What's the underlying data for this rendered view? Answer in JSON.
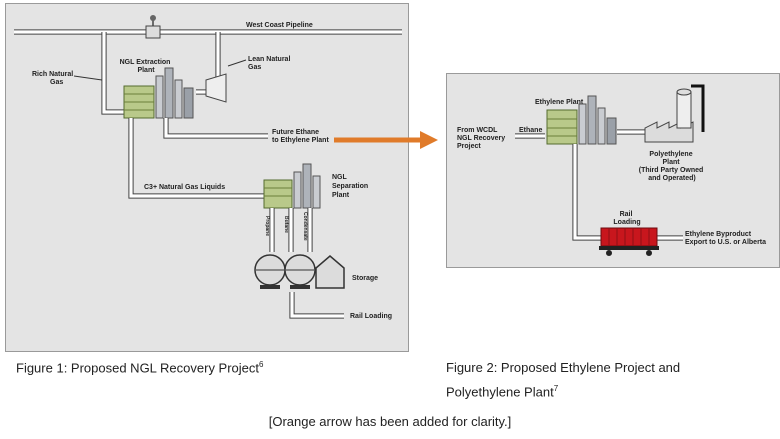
{
  "figure1": {
    "labels": {
      "pipeline": "West Coast Pipeline",
      "rich_gas": [
        "Rich Natural",
        "Gas"
      ],
      "lean_gas": [
        "Lean Natural",
        "Gas"
      ],
      "extraction_plant": [
        "NGL Extraction",
        "Plant"
      ],
      "future_ethane": [
        "Future Ethane",
        "to Ethylene Plant"
      ],
      "c3_liquids": "C3+ Natural Gas Liquids",
      "separation_plant": [
        "NGL",
        "Separation",
        "Plant"
      ],
      "products": [
        "Propane",
        "Butane",
        "Condensate"
      ],
      "storage": "Storage",
      "rail_loading": "Rail Loading"
    },
    "caption": "Figure 1: Proposed NGL Recovery Project",
    "caption_sup": "6"
  },
  "figure2": {
    "labels": {
      "ethylene_plant": "Ethylene Plant",
      "from_wcdl": [
        "From WCDL",
        "NGL Recovery",
        "Project"
      ],
      "ethane": "Ethane",
      "polyethylene_plant": [
        "Polyethylene",
        "Plant",
        "(Third Party Owned",
        "and Operated)"
      ],
      "rail_loading": [
        "Rail",
        "Loading"
      ],
      "byproduct": [
        "Ethylene Byproduct",
        "Export to U.S. or Alberta"
      ]
    },
    "caption_line1": "Figure 2: Proposed Ethylene Project and",
    "caption_line2": "Polyethylene Plant",
    "caption_sup": "7"
  },
  "note": "[Orange arrow has been added for clarity.]",
  "colors": {
    "orange_arrow": "#e07b2a",
    "rail_car": "#c8161d",
    "plant_green": "#b9c98a",
    "background": "#e4e4e4"
  }
}
